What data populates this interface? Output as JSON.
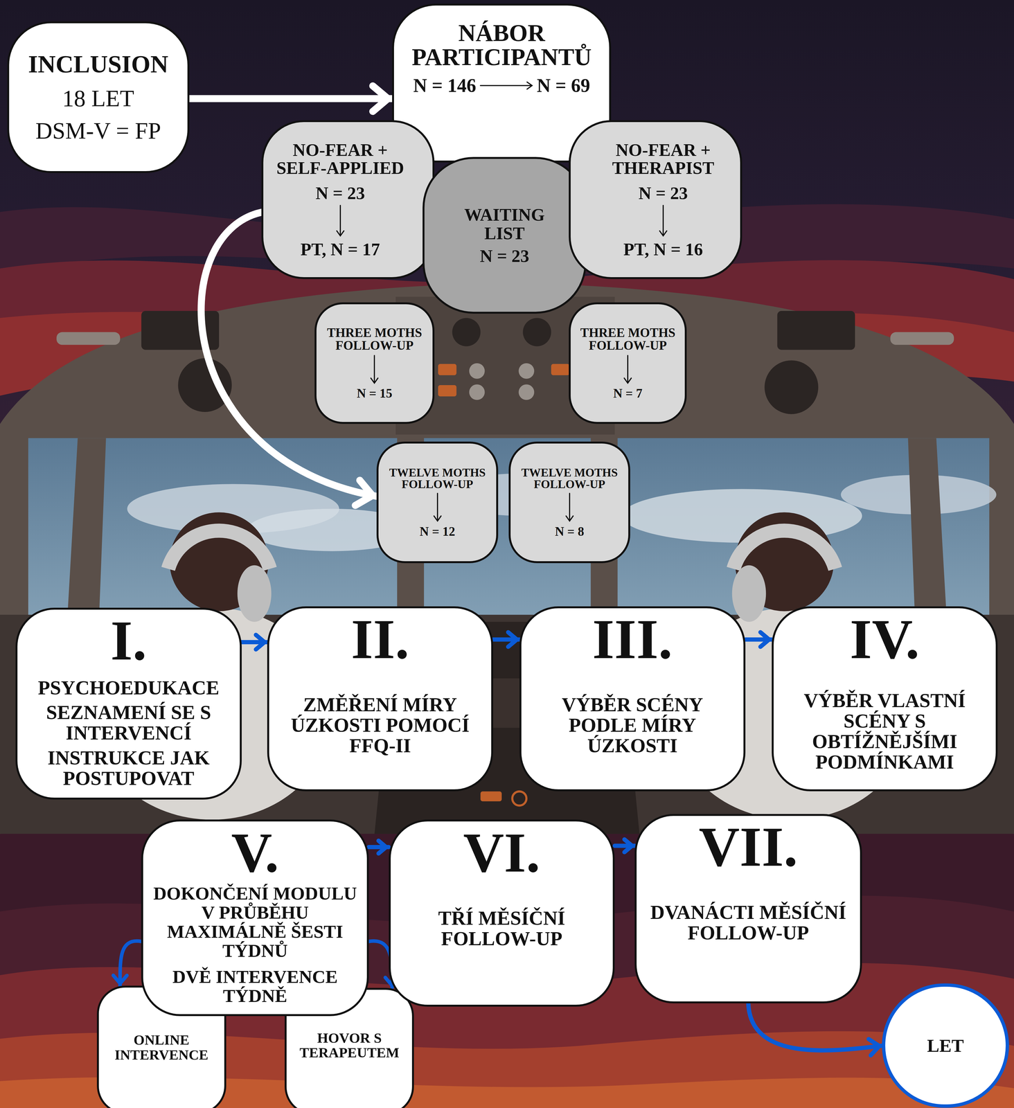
{
  "diagram": {
    "nodes": [
      {
        "text": [
          "INCLUSION",
          "18 LET",
          "DSM-V = FP"
        ]
      },
      {
        "text": [
          "NÁBOR PARTICIPANTŮ",
          "N = 146",
          "N = 69"
        ]
      },
      {
        "text": [
          "NO-FEAR + SELF-APPLIED",
          "N = 23",
          "PT, N = 17"
        ]
      },
      {
        "text": [
          "WAITING LIST",
          "N = 23"
        ]
      },
      {
        "text": [
          "NO-FEAR + THERAPIST",
          "N = 23",
          "PT, N = 16"
        ]
      },
      {
        "text": [
          "THREE MOTHS FOLLOW-UP",
          "N = 15"
        ]
      },
      {
        "text": [
          "THREE MOTHS FOLLOW-UP",
          "N = 7"
        ]
      },
      {
        "text": [
          "TWELVE MOTHS FOLLOW-UP",
          "N = 12"
        ]
      },
      {
        "text": [
          "TWELVE MOTHS FOLLOW-UP",
          "N = 8"
        ]
      },
      {
        "text": [
          "I.",
          "PSYCHOEDUKACE",
          "SEZNAMENÍ SE S INTERVENCÍ",
          "INSTRUKCE JAK POSTUPOVAT"
        ]
      },
      {
        "text": [
          "II.",
          "ZMĚŘENÍ MÍRY ÚZKOSTI POMOCÍ FFQ-II"
        ]
      },
      {
        "text": [
          "III.",
          "VÝBĚR SCÉNY PODLE MÍRY ÚZKOSTI"
        ]
      },
      {
        "text": [
          "IV.",
          "VÝBĚR VLASTNÍ SCÉNY S OBTÍŽNĚJŠÍMI PODMÍNKAMI"
        ]
      },
      {
        "text": [
          "V.",
          "DOKONČENÍ MODULU V PRŮBĚHU MAXIMÁLNĚ ŠESTI TÝDNŮ",
          "DVĚ INTERVENCE TÝDNĚ"
        ]
      },
      {
        "text": [
          "VI.",
          "TŘÍ MĚSÍČNÍ FOLLOW-UP"
        ]
      },
      {
        "text": [
          "VII.",
          "DVANÁCTI MĚSÍČNÍ FOLLOW-UP"
        ]
      },
      {
        "text": [
          "ONLINE INTERVENCE"
        ]
      },
      {
        "text": [
          "HOVOR S TERAPEUTEM"
        ]
      },
      {
        "text": [
          "LET"
        ]
      }
    ],
    "edges": [
      {
        "from": 0,
        "to": 1,
        "arrow": "to"
      },
      {
        "from": 2,
        "to": 7,
        "arrow": "to"
      },
      {
        "from": 9,
        "to": 10,
        "arrow": "to"
      },
      {
        "from": 10,
        "to": 11,
        "arrow": "to"
      },
      {
        "from": 11,
        "to": 12,
        "arrow": "to"
      },
      {
        "from": 13,
        "to": 14,
        "arrow": "to"
      },
      {
        "from": 14,
        "to": 15,
        "arrow": "to"
      },
      {
        "from": 13,
        "to": 16,
        "arrow": "to"
      },
      {
        "from": 13,
        "to": 17,
        "arrow": "to"
      },
      {
        "from": 15,
        "to": 18,
        "arrow": "to"
      }
    ]
  }
}
